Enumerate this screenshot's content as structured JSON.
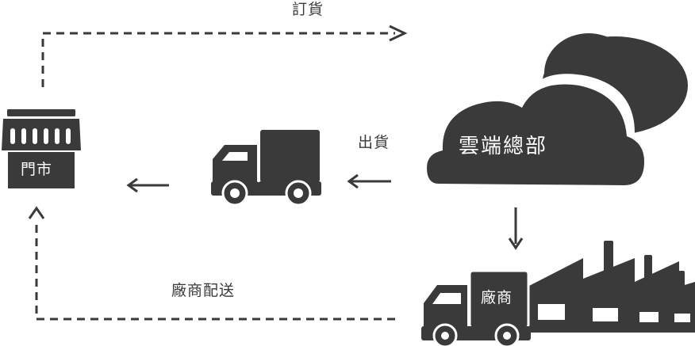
{
  "labels": {
    "order": "訂貨",
    "ship": "出貨",
    "vendor_delivery": "廠商配送"
  },
  "nodes": {
    "cloud": "雲端總部",
    "store": "門市",
    "factory": "廠商"
  },
  "colors": {
    "icon": "#3a3a3a",
    "text": "#3a3a3a",
    "background": "#ffffff"
  },
  "icons": [
    "cloud-icon",
    "store-icon",
    "truck-icon",
    "factory-icon"
  ]
}
